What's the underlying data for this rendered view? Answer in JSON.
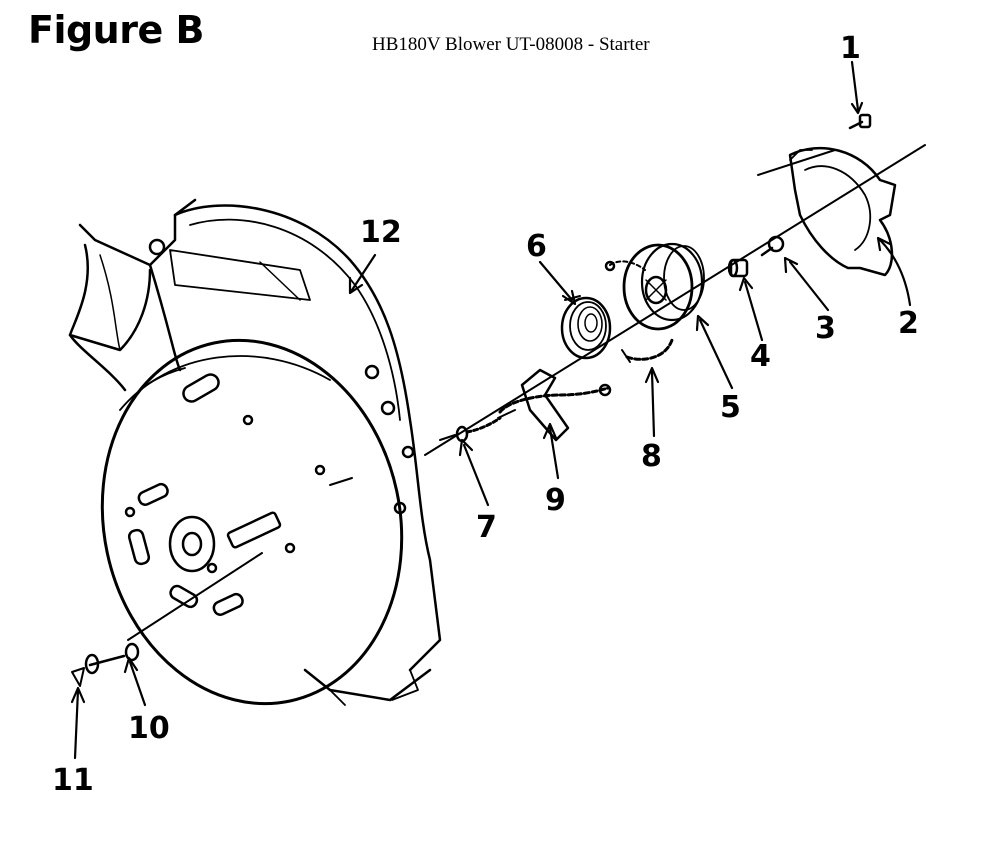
{
  "figure_label": "Figure B",
  "title": "HB180V Blower UT-08008 - Starter",
  "callouts": [
    {
      "id": "c1",
      "label": "1"
    },
    {
      "id": "c2",
      "label": "2"
    },
    {
      "id": "c3",
      "label": "3"
    },
    {
      "id": "c4",
      "label": "4"
    },
    {
      "id": "c5",
      "label": "5"
    },
    {
      "id": "c6",
      "label": "6"
    },
    {
      "id": "c7",
      "label": "7"
    },
    {
      "id": "c8",
      "label": "8"
    },
    {
      "id": "c9",
      "label": "9"
    },
    {
      "id": "c10",
      "label": "10"
    },
    {
      "id": "c11",
      "label": "11"
    },
    {
      "id": "c12",
      "label": "12"
    }
  ],
  "colors": {
    "ink": "#000000",
    "paper": "#ffffff"
  }
}
